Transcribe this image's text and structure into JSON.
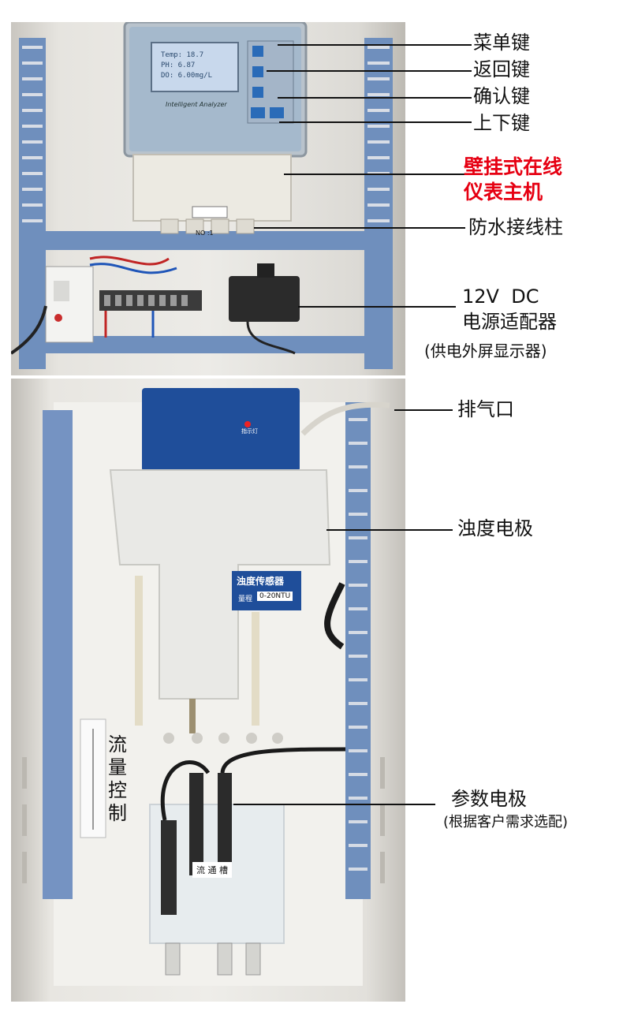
{
  "labels": {
    "menu_key": "菜单键",
    "back_key": "返回键",
    "confirm_key": "确认键",
    "updown_key": "上下键",
    "host_line1": "壁挂式在线",
    "host_line2": "仪表主机",
    "waterproof_terminal": "防水接线柱",
    "adapter_line1": "12V  DC",
    "adapter_line2": "电源适配器",
    "adapter_line3": "(供电外屏显示器)",
    "vent": "排气口",
    "turbidity_electrode": "浊度电极",
    "param_electrode": "参数电极",
    "param_note": "(根据客户需求选配)",
    "flow_control": [
      "流",
      "量",
      "控",
      "制"
    ]
  },
  "device": {
    "screen_lines": [
      "Temp: 18.7",
      "PH:  6.87",
      "DO: 6.00mg/L"
    ],
    "brand": "Intelligent Analyzer",
    "box_tag": "NO :1",
    "sensor_title": "浊度传感器",
    "sensor_range_label": "量程",
    "sensor_range_value": "0-20NTU",
    "flow_cell_label": "流 通 槽",
    "indicator_text": "指示灯"
  },
  "colors": {
    "highlight": "#e60012",
    "text": "#111111",
    "sensor_blue": "#1f4e9a",
    "panel_blue": "#6e8fbf"
  }
}
